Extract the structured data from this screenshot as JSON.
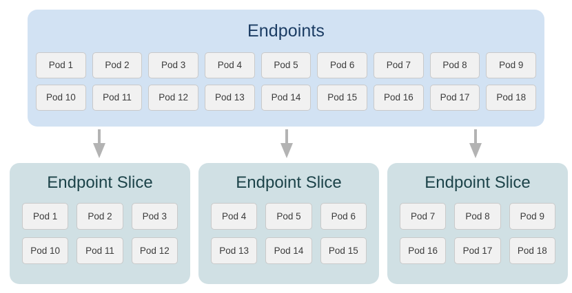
{
  "diagram": {
    "endpoints": {
      "title": "Endpoints",
      "bg_color": "#d2e2f3",
      "title_color": "#1b3c63",
      "rows": [
        [
          "Pod 1",
          "Pod 2",
          "Pod 3",
          "Pod 4",
          "Pod 5",
          "Pod 6",
          "Pod 7",
          "Pod 8",
          "Pod 9"
        ],
        [
          "Pod 10",
          "Pod 11",
          "Pod 12",
          "Pod 13",
          "Pod 14",
          "Pod 15",
          "Pod 16",
          "Pod 17",
          "Pod 18"
        ]
      ]
    },
    "arrows": {
      "color": "#b3b3b3",
      "direction": "down",
      "count": 3
    },
    "slices": [
      {
        "title": "Endpoint Slice",
        "bg_color": "#d0e0e4",
        "title_color": "#1c4349",
        "rows": [
          [
            "Pod 1",
            "Pod 2",
            "Pod 3"
          ],
          [
            "Pod 10",
            "Pod 11",
            "Pod 12"
          ]
        ]
      },
      {
        "title": "Endpoint Slice",
        "bg_color": "#d0e0e4",
        "title_color": "#1c4349",
        "rows": [
          [
            "Pod 4",
            "Pod 5",
            "Pod 6"
          ],
          [
            "Pod 13",
            "Pod 14",
            "Pod 15"
          ]
        ]
      },
      {
        "title": "Endpoint Slice",
        "bg_color": "#d0e0e4",
        "title_color": "#1c4349",
        "rows": [
          [
            "Pod 7",
            "Pod 8",
            "Pod 9"
          ],
          [
            "Pod 16",
            "Pod 17",
            "Pod 18"
          ]
        ]
      }
    ],
    "pod_chip": {
      "bg_color": "#f1f1f1",
      "border_color": "#c9c9c9",
      "text_color": "#3a3a3a"
    }
  }
}
